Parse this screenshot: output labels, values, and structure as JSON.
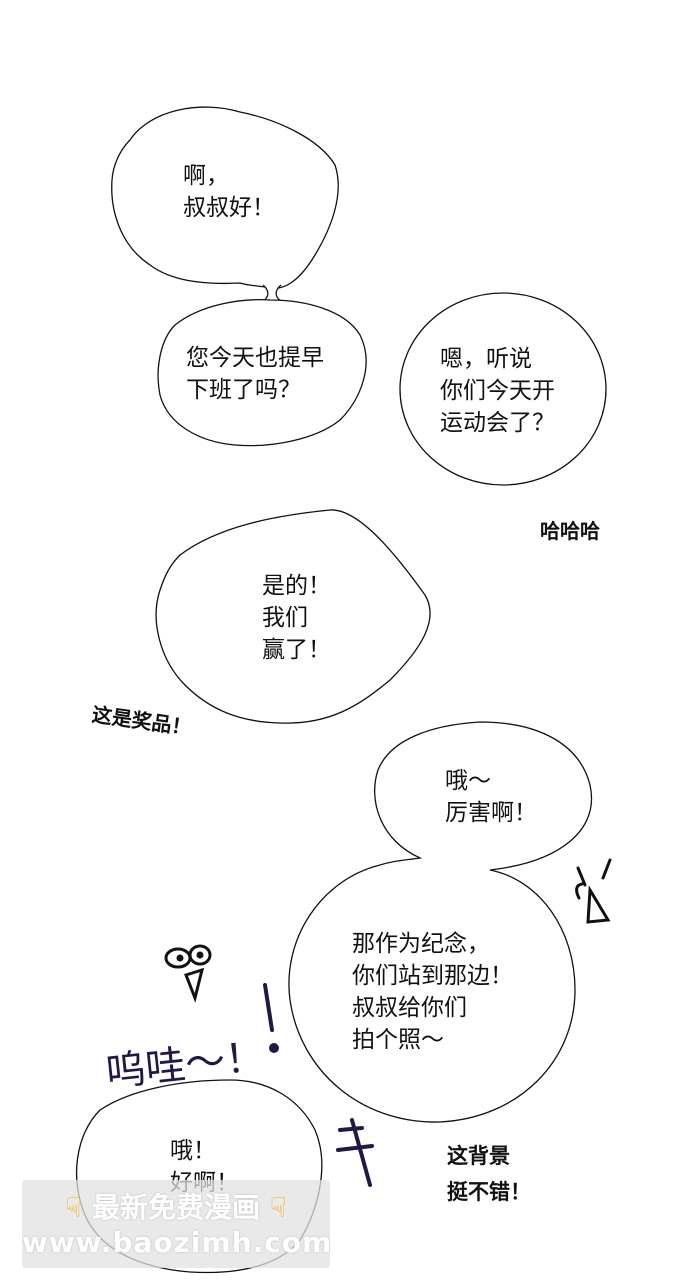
{
  "bubbles": {
    "b1": [
      "啊，",
      "叔叔好！"
    ],
    "b2": [
      "您今天也提早",
      "下班了吗？"
    ],
    "b3": [
      "嗯，听说",
      "你们今天开",
      "运动会了？"
    ],
    "b4": [
      "是的！",
      "我们",
      "赢了！"
    ],
    "b5": [
      "哦～",
      "厉害啊！"
    ],
    "b6": [
      "那作为纪念，",
      "你们站到那边！",
      "叔叔给你们",
      "拍个照～"
    ],
    "b7": [
      "哦！",
      "好啊！"
    ]
  },
  "sfx": {
    "hahaha": "哈哈哈",
    "prize": "这是奖品！",
    "wow": "呜哇～！",
    "background_line1": "这背景",
    "background_line2": "挺不错！"
  },
  "watermark": {
    "line1": "最新免费漫画",
    "line2": "www.baozimh.com",
    "icon": "pointing-hand-icon"
  },
  "colors": {
    "ink": "#111111",
    "wow_ink": "#1d1a45",
    "paper": "#ffffff"
  }
}
